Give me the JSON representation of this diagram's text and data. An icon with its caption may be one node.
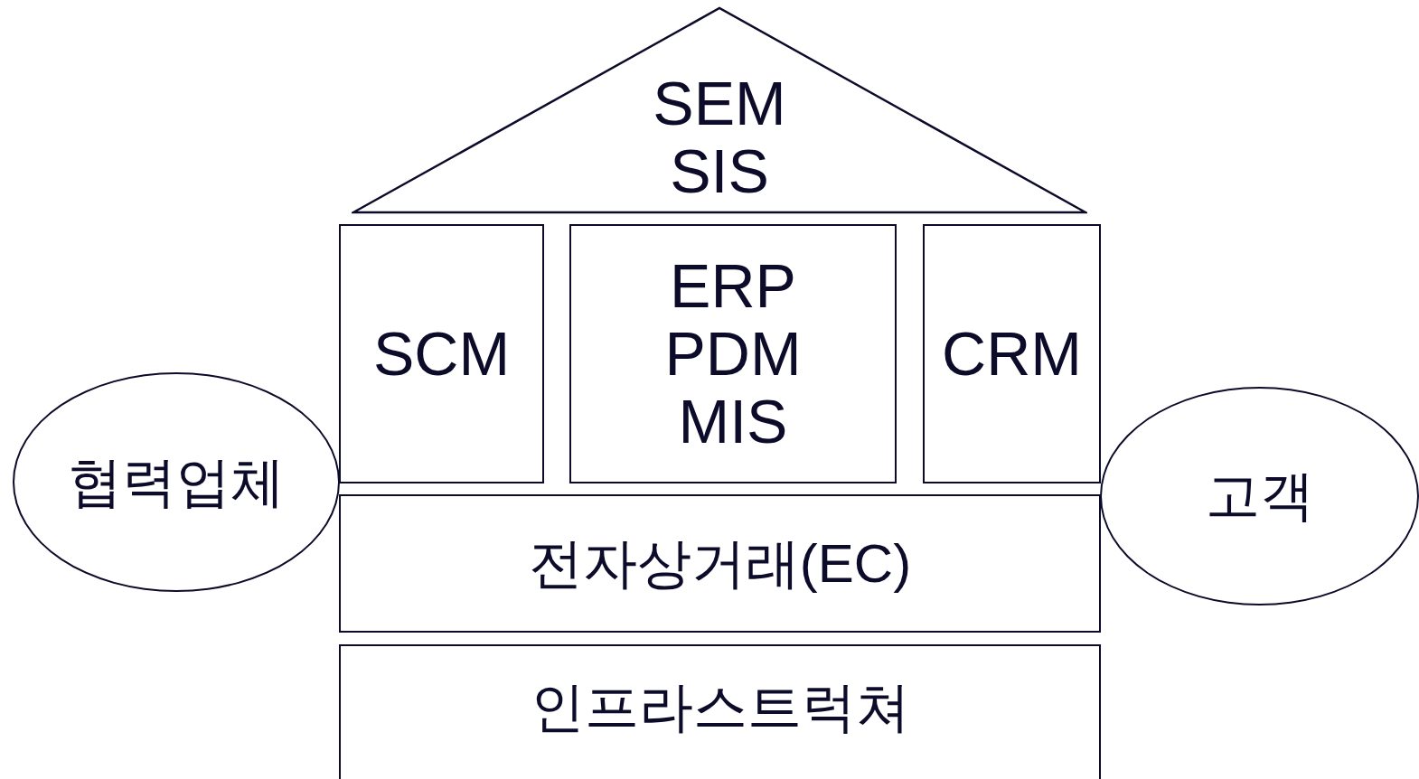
{
  "diagram": {
    "nodes": [
      {
        "text": [
          "SEM SIS"
        ]
      },
      {
        "text": [
          "SCM"
        ]
      },
      {
        "text": [
          "ERP PDM MIS"
        ]
      },
      {
        "text": [
          "CRM"
        ]
      },
      {
        "text": [
          "협력업체"
        ]
      },
      {
        "text": [
          "고객"
        ]
      },
      {
        "text": [
          "전자상거래(EC)"
        ]
      },
      {
        "text": [
          "인프라스트럭쳐"
        ]
      }
    ]
  }
}
